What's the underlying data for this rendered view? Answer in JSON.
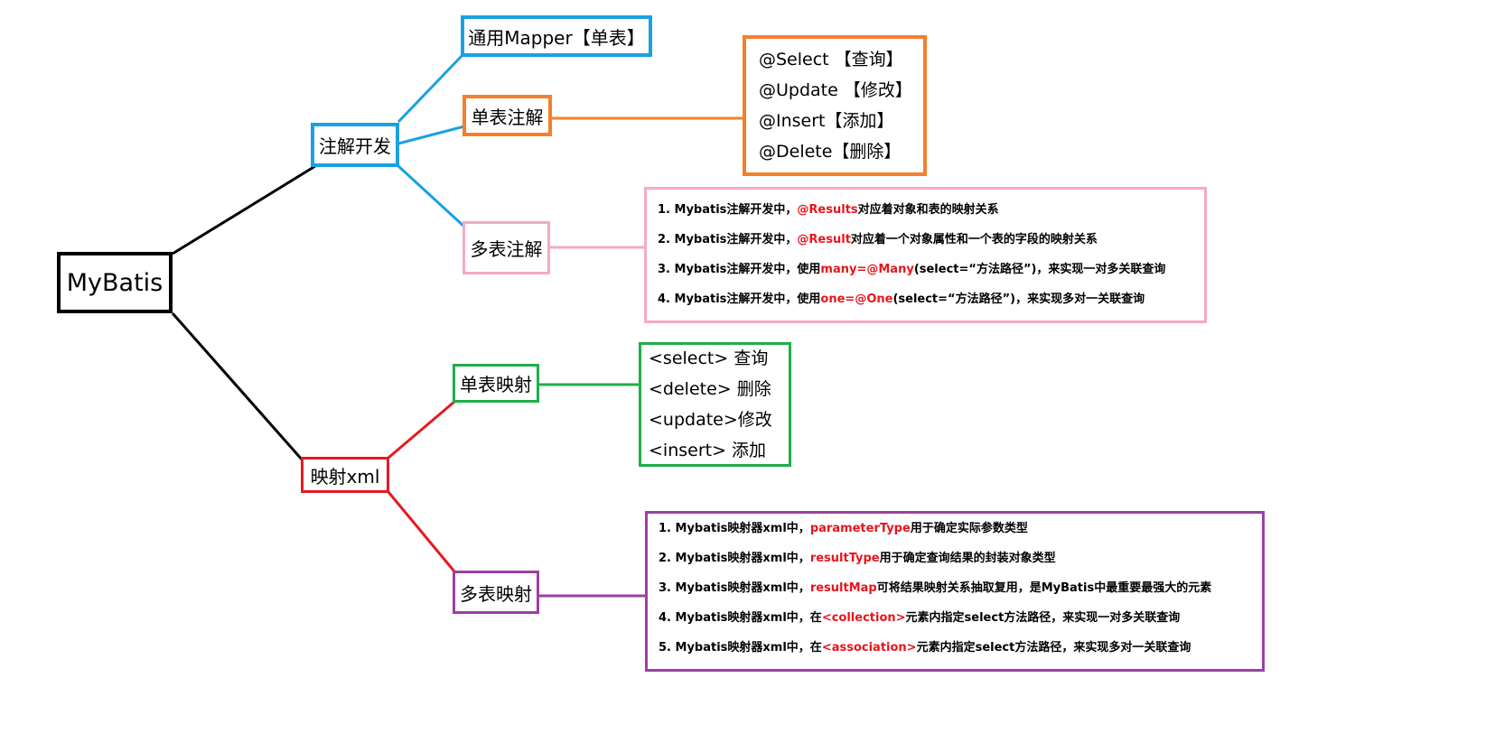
{
  "colors": {
    "root": "#000000",
    "annotation": "#1aa1e2",
    "single_annotation": "#f57f2a",
    "multi_annotation": "#f6a9c8",
    "xml": "#e31b23",
    "single_xml": "#1fae4b",
    "multi_xml": "#9c3fa6",
    "highlight": "#e8141d"
  },
  "root": {
    "label": "MyBatis"
  },
  "annotation": {
    "label": "注解开发",
    "general_mapper": {
      "label": "通用Mapper【单表】"
    },
    "single": {
      "label": "单表注解",
      "items": [
        "@Select 【查询】",
        "@Update 【修改】",
        "@Insert【添加】",
        "@Delete【删除】"
      ]
    },
    "multi": {
      "label": "多表注解",
      "notes": [
        {
          "num": "1.",
          "pre": "Mybatis注解开发中，",
          "hl": "@Results",
          "post": "对应着对象和表的映射关系"
        },
        {
          "num": "2.",
          "pre": "Mybatis注解开发中，",
          "hl": "@Result",
          "post": "对应着一个对象属性和一个表的字段的映射关系"
        },
        {
          "num": "3.",
          "pre": "Mybatis注解开发中，使用",
          "hl": "many=@Many",
          "post": "(select=“方法路径”)，来实现一对多关联查询"
        },
        {
          "num": "4.",
          "pre": "Mybatis注解开发中，使用",
          "hl": "one=@One",
          "post": "(select=“方法路径”)，来实现多对一关联查询"
        }
      ]
    }
  },
  "xml": {
    "label": "映射xml",
    "single": {
      "label": "单表映射",
      "items": [
        "<select> 查询",
        "<delete> 删除",
        "<update>修改",
        "<insert> 添加"
      ]
    },
    "multi": {
      "label": "多表映射",
      "notes": [
        {
          "num": "1.",
          "pre": "Mybatis映射器xml中，",
          "hl": "parameterType",
          "post": "用于确定实际参数类型"
        },
        {
          "num": "2.",
          "pre": "Mybatis映射器xml中，",
          "hl": "resultType",
          "post": "用于确定查询结果的封装对象类型"
        },
        {
          "num": "3.",
          "pre": "Mybatis映射器xml中，",
          "hl": "resultMap",
          "post": "可将结果映射关系抽取复用，是MyBatis中最重要最强大的元素"
        },
        {
          "num": "4.",
          "pre": "Mybatis映射器xml中，在",
          "hl": "<collection>",
          "post": "元素内指定select方法路径，来实现一对多关联查询"
        },
        {
          "num": "5.",
          "pre": "Mybatis映射器xml中，在",
          "hl": "<association>",
          "post": "元素内指定select方法路径，来实现多对一关联查询"
        }
      ]
    }
  }
}
